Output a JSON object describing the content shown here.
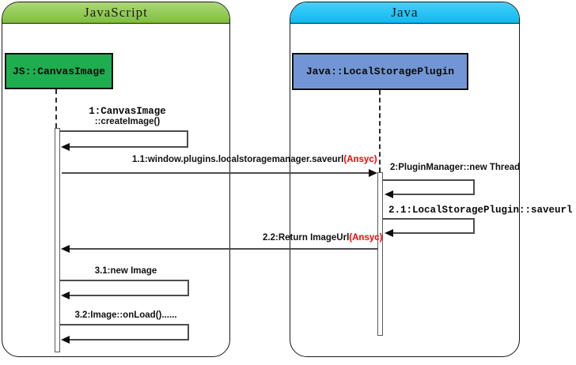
{
  "lanes": [
    {
      "title": "JavaScript",
      "object_label": "JS::CanvasImage"
    },
    {
      "title": "Java",
      "object_label": "Java::LocalStoragePlugin"
    }
  ],
  "messages": {
    "m1": {
      "line1": "1:CanvasImage",
      "line2": "::createImage()"
    },
    "m1_1": {
      "text": "1.1:window.plugins.localstoragemanager.saveurl",
      "async_note": "(Ansyc)"
    },
    "m2": {
      "text": "2:PluginManager::new Thread"
    },
    "m2_1": {
      "text": "2.1:LocalStoragePlugin::saveurl"
    },
    "m2_2": {
      "text": "2.2:Return ImageUrl",
      "async_note": "(Ansyc)"
    },
    "m3_1": {
      "text": "3.1:new Image"
    },
    "m3_2": {
      "text": "3.2:Image::onLoad()......"
    }
  },
  "colors": {
    "js_header_top": "#abd977",
    "js_header_bottom": "#7fbe3b",
    "java_header_top": "#45d0f7",
    "java_header_bottom": "#0fb9f2",
    "js_object_fill": "#1eae50",
    "java_object_fill": "#7296d5",
    "async_text": "#ff0000",
    "line": "#4d4d4d"
  }
}
